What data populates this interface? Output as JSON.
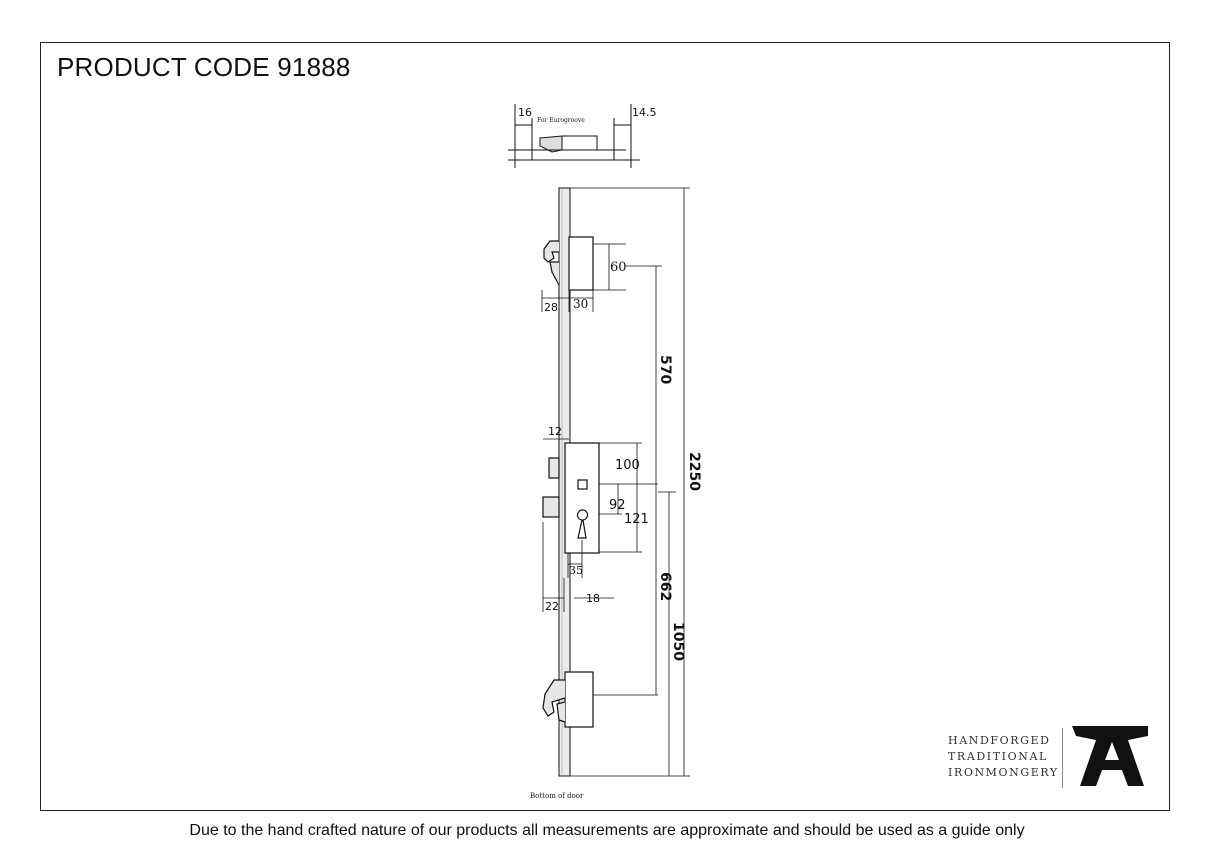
{
  "product_code": "PRODUCT CODE 91888",
  "disclaimer": "Due to the hand crafted nature of our products all measurements are approximate and should be used as a guide only",
  "brand": {
    "line1": "HANDFORGED",
    "line2": "TRADITIONAL",
    "line3": "IRONMONGERY",
    "logo_icon": "anvil-a-logo-icon"
  },
  "drawing": {
    "top_detail": {
      "dim_left": "16",
      "dim_right": "14.5",
      "note": "For Eurogroove"
    },
    "top_hook": {
      "height": "60",
      "projection": "28",
      "case_width": "30"
    },
    "centre_case": {
      "bolt_offset": "12",
      "backset_to_latch": "100",
      "centres_92": "92",
      "centres_121": "121",
      "backset_35": "35",
      "dim_22": "22",
      "dim_18": "18"
    },
    "spacing": {
      "upper": "570",
      "lower": "662",
      "overall": "2250",
      "handle_height": "1050"
    },
    "bottom_note": "Bottom of door"
  }
}
